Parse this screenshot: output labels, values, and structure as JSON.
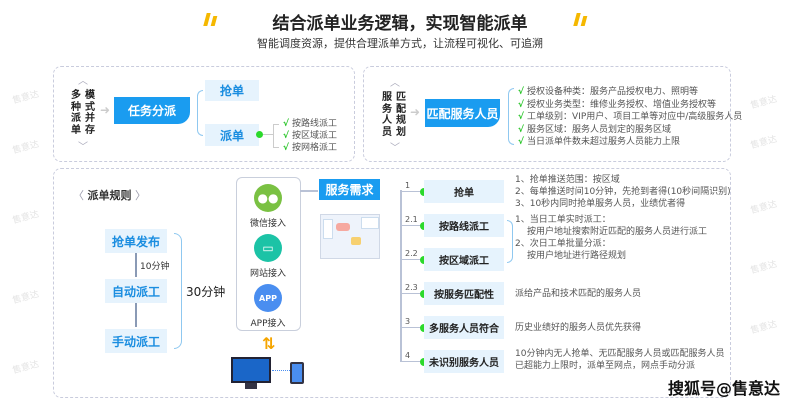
{
  "header": {
    "title": "结合派单业务逻辑，实现智能派单",
    "subtitle": "智能调度资源，提供合理派单方式，让流程可视化、可追溯"
  },
  "watermark": "售意达",
  "section1": {
    "col1": [
      "多",
      "种",
      "派",
      "单"
    ],
    "col2": [
      "模",
      "式",
      "并",
      "存"
    ],
    "banner": "任务分派",
    "grab": "抢单",
    "dispatch": "派单",
    "sub_items": [
      "按路线派工",
      "按区域派工",
      "按网格派工"
    ]
  },
  "section2": {
    "col1": [
      "服",
      "务",
      "人",
      "员"
    ],
    "col2": [
      "匹",
      "配",
      "规",
      "划"
    ],
    "banner": "匹配服务人员",
    "items": [
      "授权设备种类：服务产品授权电力、照明等",
      "授权业务类型：维修业务授权、增值业务授权等",
      "工单级别：VIP用户、项目工单等对应中/高级服务人员",
      "服务区域：服务人员划定的服务区域",
      "当日派单件数未超过服务人员能力上限"
    ]
  },
  "rules": {
    "heading": "派单规则",
    "steps": [
      "抢单发布",
      "自动派工",
      "手动派工"
    ],
    "interval": "10分钟",
    "total": "30分钟"
  },
  "channels": [
    {
      "icon": "wechat-icon",
      "label": "微信接入",
      "color": "#7ac143"
    },
    {
      "icon": "monitor-icon",
      "label": "网站接入",
      "color": "#1cc3a6"
    },
    {
      "icon": "app-icon",
      "label": "APP接入",
      "color": "#4a8ef0"
    }
  ],
  "demand": "服务需求",
  "tree": [
    {
      "num": "1",
      "label": "抢单",
      "desc": [
        "1、抢单推送范围：按区域",
        "2、每单推送时间10分钟，先抢到者得(10秒间隔识别)",
        "3、10秒内同时抢单服务人员，业绩优者得"
      ]
    },
    {
      "num": "2.1",
      "label": "按路线派工",
      "desc": [
        "1、当日工单实时派工：",
        "按用户地址搜索附近匹配的服务人员进行派工",
        "2、次日工单批量分派：",
        "按用户地址进行路径规划"
      ]
    },
    {
      "num": "2.2",
      "label": "按区域派工",
      "desc": []
    },
    {
      "num": "2.3",
      "label": "按服务匹配性",
      "desc": [
        "派给产品和技术匹配的服务人员"
      ]
    },
    {
      "num": "3",
      "label": "多服务人员符合",
      "desc": [
        "历史业绩好的服务人员优先获得"
      ]
    },
    {
      "num": "4",
      "label": "未识别服务人员",
      "desc": [
        "10分钟内无人抢单、无匹配服务人员或匹配服务人员",
        "已超能力上限时，派单至网点，网点手动分派"
      ]
    }
  ],
  "footer": "搜狐号@售意达"
}
